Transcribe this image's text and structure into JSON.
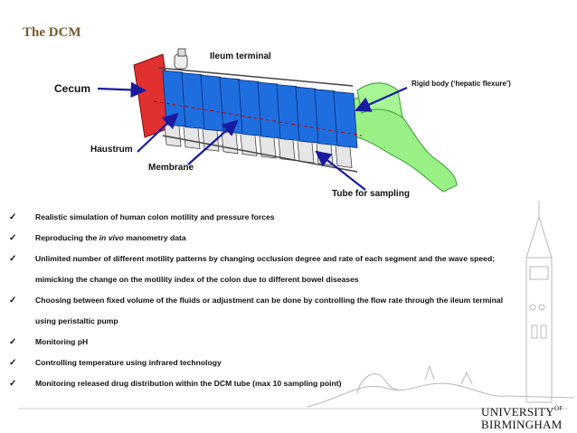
{
  "slide": {
    "title": "The DCM"
  },
  "diagram": {
    "labels": {
      "ileum": "Ileum terminal",
      "cecum": "Cecum",
      "rigid": "Rigid body (‘hepatic flexure’)",
      "haustrum": "Haustrum",
      "membrane": "Membrane",
      "tube": "Tube for sampling"
    },
    "colors": {
      "segment": "#1e6ee0",
      "rigid_body": "#8ff07a",
      "cecum_cap": "#e03030",
      "arrow": "#1a1aa0"
    }
  },
  "bullets": [
    {
      "pre": "Realistic simulation of human colon motility and pressure forces",
      "em": "",
      "post": ""
    },
    {
      "pre": "Reproducing the ",
      "em": "in vivo",
      "post": " manometry data"
    },
    {
      "pre": "Unlimited number of different motility patterns by changing occlusion degree and rate of each segment and the wave speed; mimicking the change on the motility index of the colon due to different bowel diseases",
      "em": "",
      "post": ""
    },
    {
      "pre": "Choosing between fixed volume of the fluids or adjustment can be done by controlling the flow rate through the ileum terminal using peristaltic pump",
      "em": "",
      "post": ""
    },
    {
      "pre": "Monitoring pH",
      "em": "",
      "post": ""
    },
    {
      "pre": "Controlling temperature using infrared technology",
      "em": "",
      "post": ""
    },
    {
      "pre": "Monitoring released drug distribution within the DCM tube (max 10 sampling point)",
      "em": "",
      "post": ""
    }
  ],
  "logo": {
    "line1": "UNIVERSITY",
    "of": "OF",
    "line2": "BIRMINGHAM",
    "icon": "university-skyline-illustration"
  }
}
